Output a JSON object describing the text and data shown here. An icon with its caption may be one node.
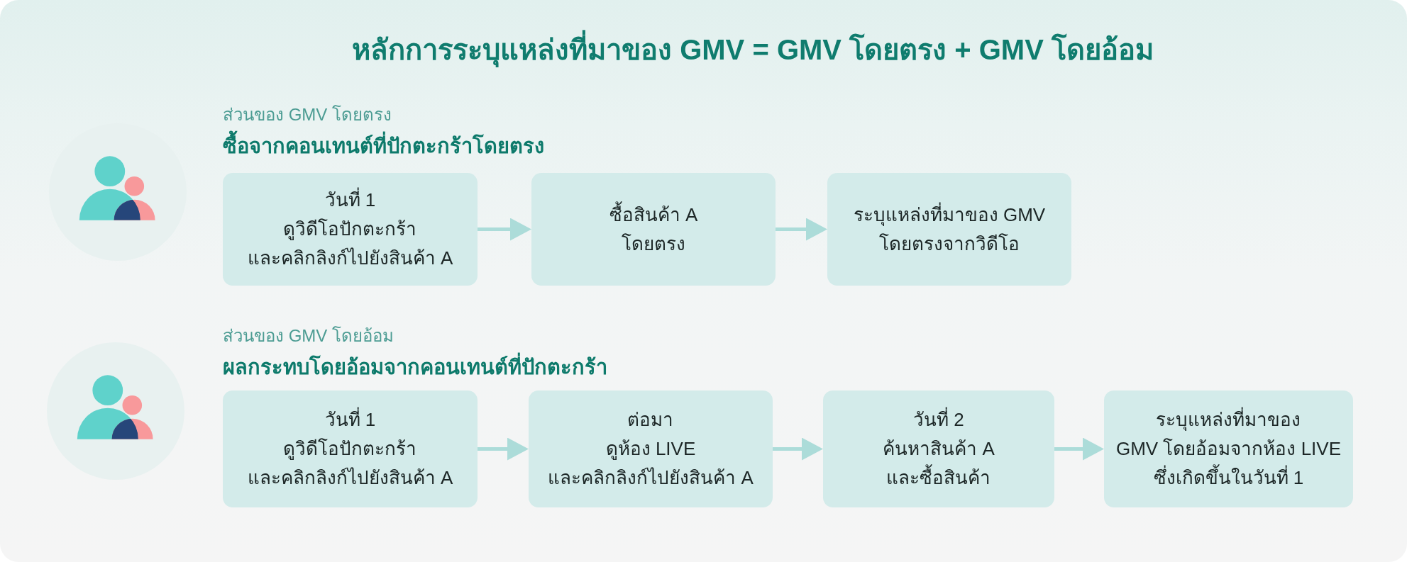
{
  "diagram": {
    "title": "หลักการระบุแหล่งที่มาของ GMV = GMV โดยตรง + GMV โดยอ้อม",
    "nodes": [
      {
        "text": [
          "วันที่ 1 ดูวิดีโอปักตะกร้า และคลิกลิงก์ไปยังสินค้า A"
        ]
      },
      {
        "text": [
          "ซื้อสินค้า A โดยตรง"
        ]
      },
      {
        "text": [
          "ระบุแหล่งที่มาของ GMV โดยตรงจากวิดีโอ"
        ]
      },
      {
        "text": [
          "วันที่ 1 ดูวิดีโอปักตะกร้า และคลิกลิงก์ไปยังสินค้า A"
        ]
      },
      {
        "text": [
          "ต่อมา ดูห้อง LIVE และคลิกลิงก์ไปยังสินค้า A"
        ]
      },
      {
        "text": [
          "วันที่ 2 ค้นหาสินค้า A และซื้อสินค้า"
        ]
      },
      {
        "text": [
          "ระบุแหล่งที่มาของ GMV โดยอ้อมจากห้อง LIVE ซึ่งเกิดขึ้นในวันที่ 1"
        ]
      }
    ],
    "edges": [
      {
        "from": 0,
        "to": 1,
        "arrow": "to"
      },
      {
        "from": 1,
        "to": 2,
        "arrow": "to"
      },
      {
        "from": 3,
        "to": 4,
        "arrow": "to"
      },
      {
        "from": 4,
        "to": 5,
        "arrow": "to"
      },
      {
        "from": 5,
        "to": 6,
        "arrow": "to"
      }
    ],
    "labels": [
      "ส่วนของ GMV โดยตรง",
      "ซื้อจากคอนเทนต์ที่ปักตะกร้าโดยตรง",
      "ส่วนของ GMV โดยอ้อม",
      "ผลกระทบโดยอ้อมจากคอนเทนต์ที่ปักตะกร้า"
    ]
  }
}
